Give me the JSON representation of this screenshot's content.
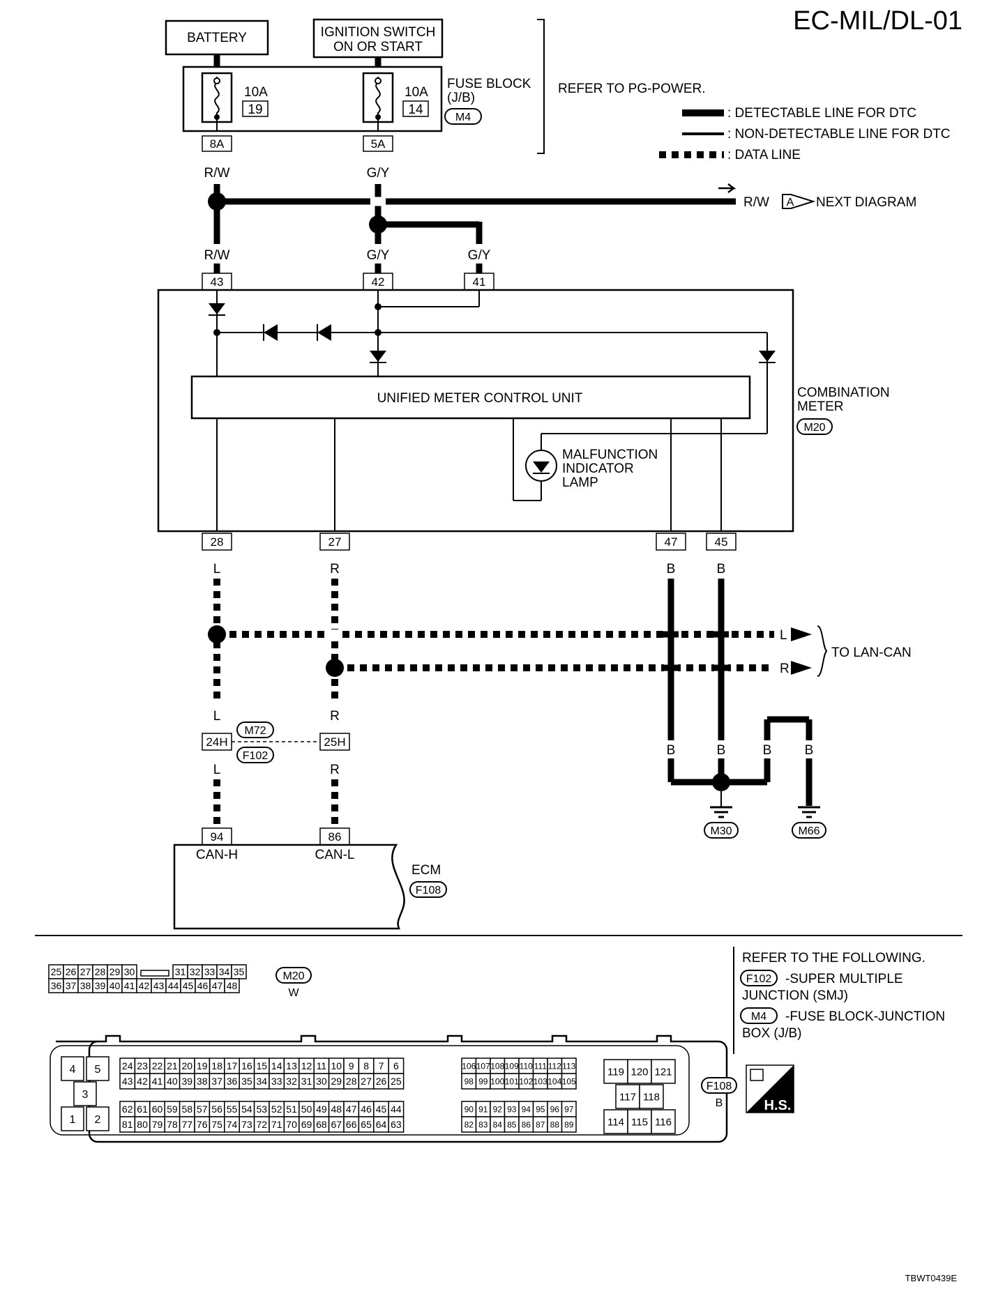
{
  "page_id": "EC-MIL/DL-01",
  "image_code": "TBWT0439E",
  "components": {
    "battery": "BATTERY",
    "ignition_line1": "IGNITION SWITCH",
    "ignition_line2": "ON OR START",
    "fuse_block_line1": "FUSE BLOCK",
    "fuse_block_line2": "(J/B)",
    "fuse_block_conn": "M4",
    "refer_pg": "REFER TO PG-POWER.",
    "unified_meter": "UNIFIED METER CONTROL UNIT",
    "combination_meter_line1": "COMBINATION",
    "combination_meter_line2": "METER",
    "combination_meter_conn": "M20",
    "mil_line1": "MALFUNCTION",
    "mil_line2": "INDICATOR",
    "mil_line3": "LAMP",
    "ecm": "ECM",
    "ecm_conn": "F108",
    "next_diagram": "NEXT DIAGRAM",
    "next_marker": "A",
    "to_lan_can": "TO LAN-CAN"
  },
  "fuses": [
    {
      "rating": "10A",
      "number": "19",
      "terminal": "8A"
    },
    {
      "rating": "10A",
      "number": "14",
      "terminal": "5A"
    }
  ],
  "legend": {
    "detectable": ": DETECTABLE LINE FOR DTC",
    "non_detectable": ": NON-DETECTABLE LINE FOR DTC",
    "data_line": ": DATA LINE"
  },
  "wire_colors": {
    "rw": "R/W",
    "gy": "G/Y",
    "l": "L",
    "r": "R",
    "b": "B"
  },
  "meter_pins": {
    "p43": "43",
    "p42": "42",
    "p41": "41",
    "p28": "28",
    "p27": "27",
    "p47": "47",
    "p45": "45"
  },
  "junction": {
    "left_pin": "24H",
    "right_pin": "25H",
    "conn_top": "M72",
    "conn_bottom": "F102"
  },
  "ecm_pins": {
    "p94": "94",
    "p86": "86",
    "can_h": "CAN-H",
    "can_l": "CAN-L"
  },
  "grounds": {
    "g1": "M30",
    "g2": "M66"
  },
  "refer": {
    "title": "REFER TO THE FOLLOWING.",
    "f102": "F102",
    "f102_desc1": "-SUPER MULTIPLE",
    "f102_desc2": "JUNCTION (SMJ)",
    "m4": "M4",
    "m4_desc1": "-FUSE BLOCK-JUNCTION",
    "m4_desc2": "BOX (J/B)"
  },
  "connector_m20": {
    "name": "M20",
    "color": "W",
    "row1": [
      "25",
      "26",
      "27",
      "28",
      "29",
      "30",
      "31",
      "32",
      "33",
      "34",
      "35"
    ],
    "row2": [
      "36",
      "37",
      "38",
      "39",
      "40",
      "41",
      "42",
      "43",
      "44",
      "45",
      "46",
      "47",
      "48"
    ]
  },
  "connector_f108": {
    "name": "F108",
    "color": "B",
    "hs": "H.S.",
    "left": [
      "4",
      "5",
      "3",
      "1",
      "2"
    ],
    "a1": [
      "24",
      "23",
      "22",
      "21",
      "20",
      "19",
      "18",
      "17",
      "16",
      "15",
      "14",
      "13",
      "12",
      "11",
      "10",
      "9",
      "8",
      "7",
      "6"
    ],
    "a2": [
      "43",
      "42",
      "41",
      "40",
      "39",
      "38",
      "37",
      "36",
      "35",
      "34",
      "33",
      "32",
      "31",
      "30",
      "29",
      "28",
      "27",
      "26",
      "25"
    ],
    "a3": [
      "62",
      "61",
      "60",
      "59",
      "58",
      "57",
      "56",
      "55",
      "54",
      "53",
      "52",
      "51",
      "50",
      "49",
      "48",
      "47",
      "46",
      "45",
      "44"
    ],
    "a4": [
      "81",
      "80",
      "79",
      "78",
      "77",
      "76",
      "75",
      "74",
      "73",
      "72",
      "71",
      "70",
      "69",
      "68",
      "67",
      "66",
      "65",
      "64",
      "63"
    ],
    "b1": [
      "106",
      "107",
      "108",
      "109",
      "110",
      "111",
      "112",
      "113"
    ],
    "b2": [
      "98",
      "99",
      "100",
      "101",
      "102",
      "103",
      "104",
      "105"
    ],
    "b3": [
      "90",
      "91",
      "92",
      "93",
      "94",
      "95",
      "96",
      "97"
    ],
    "b4": [
      "82",
      "83",
      "84",
      "85",
      "86",
      "87",
      "88",
      "89"
    ],
    "c1": [
      "119",
      "120",
      "121"
    ],
    "c2": [
      "117",
      "118"
    ],
    "c3": [
      "114",
      "115",
      "116"
    ]
  }
}
